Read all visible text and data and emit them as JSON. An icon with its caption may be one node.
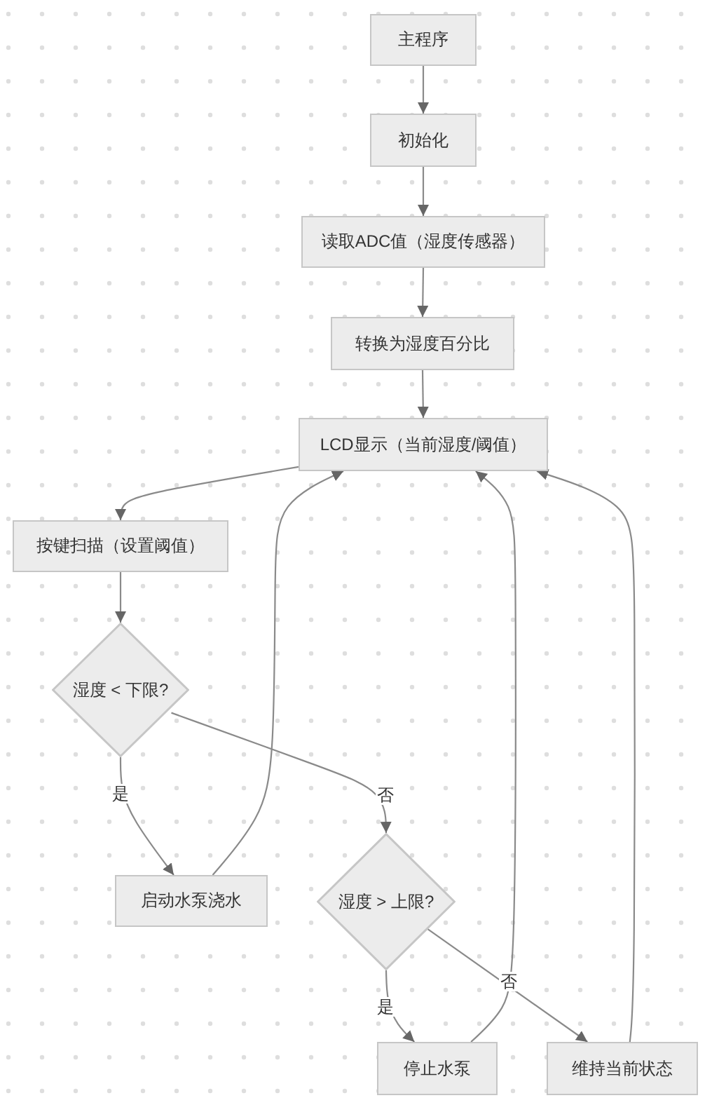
{
  "diagram": {
    "nodes": [
      {
        "text": [
          "主程序"
        ]
      },
      {
        "text": [
          "初始化"
        ]
      },
      {
        "text": [
          "读取ADC值（湿度传感器）"
        ]
      },
      {
        "text": [
          "转换为湿度百分比"
        ]
      },
      {
        "text": [
          "LCD显示（当前湿度/阈值）"
        ]
      },
      {
        "text": [
          "按键扫描（设置阈值）"
        ]
      },
      {
        "text": [
          "湿度 < 下限?"
        ]
      },
      {
        "text": [
          "启动水泵浇水"
        ]
      },
      {
        "text": [
          "湿度 > 上限?"
        ]
      },
      {
        "text": [
          "停止水泵"
        ]
      },
      {
        "text": [
          "维持当前状态"
        ]
      }
    ],
    "edges": [
      {
        "from": 0,
        "to": 1,
        "arrow": "to"
      },
      {
        "from": 1,
        "to": 2,
        "arrow": "to"
      },
      {
        "from": 2,
        "to": 3,
        "arrow": "to"
      },
      {
        "from": 3,
        "to": 4,
        "arrow": "to"
      },
      {
        "from": 4,
        "to": 5,
        "arrow": "to"
      },
      {
        "from": 5,
        "to": 6,
        "arrow": "to"
      },
      {
        "from": 6,
        "to": 7,
        "label": "是",
        "arrow": "to"
      },
      {
        "from": 6,
        "to": 8,
        "label": "否",
        "arrow": "to"
      },
      {
        "from": 7,
        "to": 4,
        "arrow": "to"
      },
      {
        "from": 8,
        "to": 9,
        "label": "是",
        "arrow": "to"
      },
      {
        "from": 8,
        "to": 10,
        "label": "否",
        "arrow": "to"
      },
      {
        "from": 9,
        "to": 4,
        "arrow": "to"
      },
      {
        "from": 10,
        "to": 4,
        "arrow": "to"
      }
    ]
  }
}
